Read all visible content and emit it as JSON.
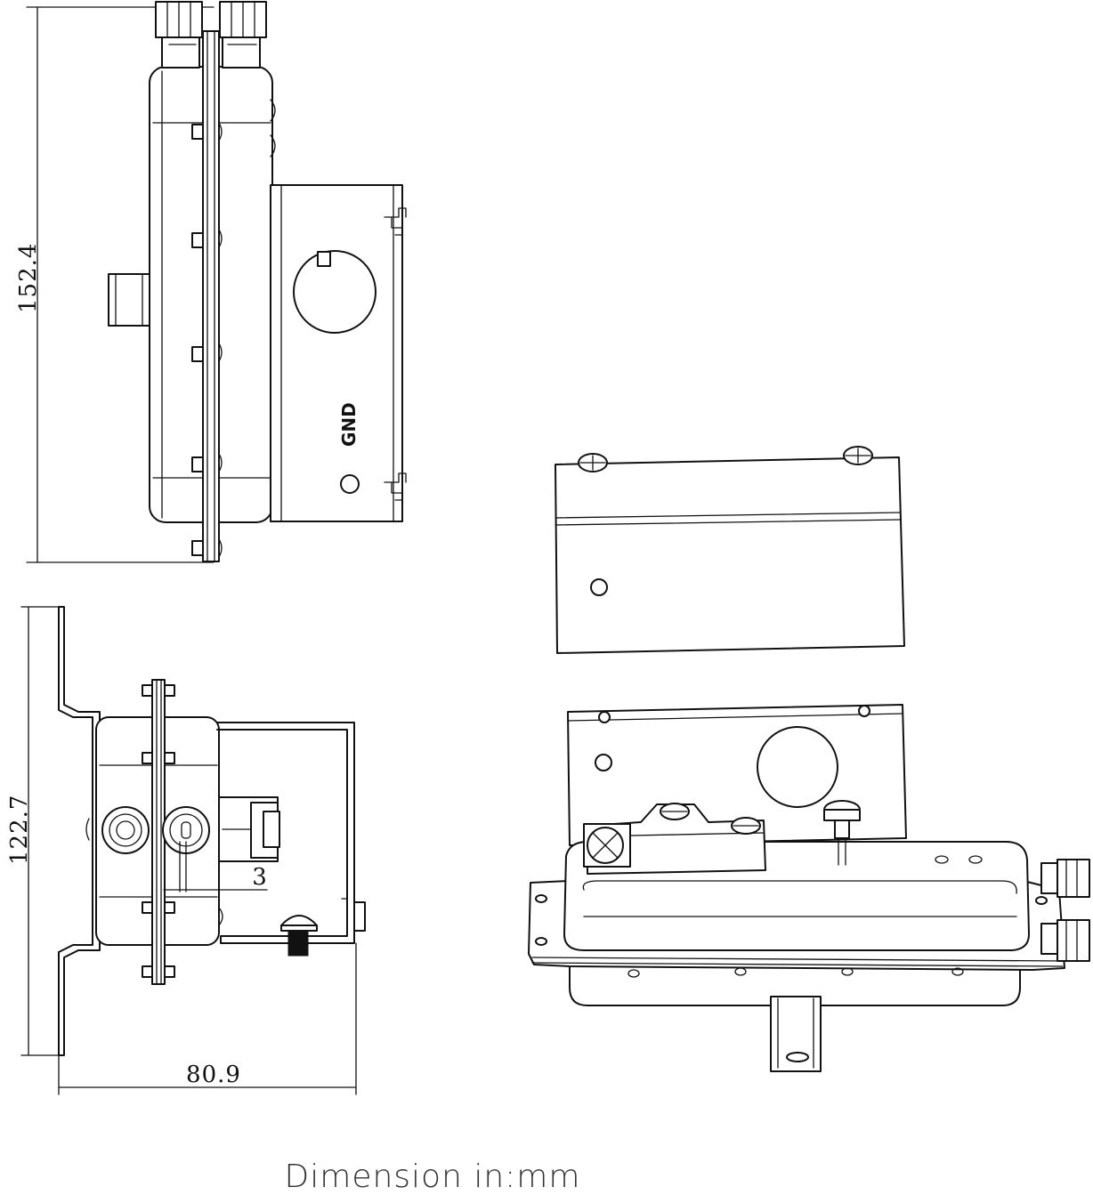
{
  "dimensions": {
    "height_top_view": "152.4",
    "height_side_view": "122.7",
    "width_side_view": "80.9",
    "port_offset": "3"
  },
  "labels": {
    "gnd": "GND"
  },
  "caption": "Dimension in:mm"
}
